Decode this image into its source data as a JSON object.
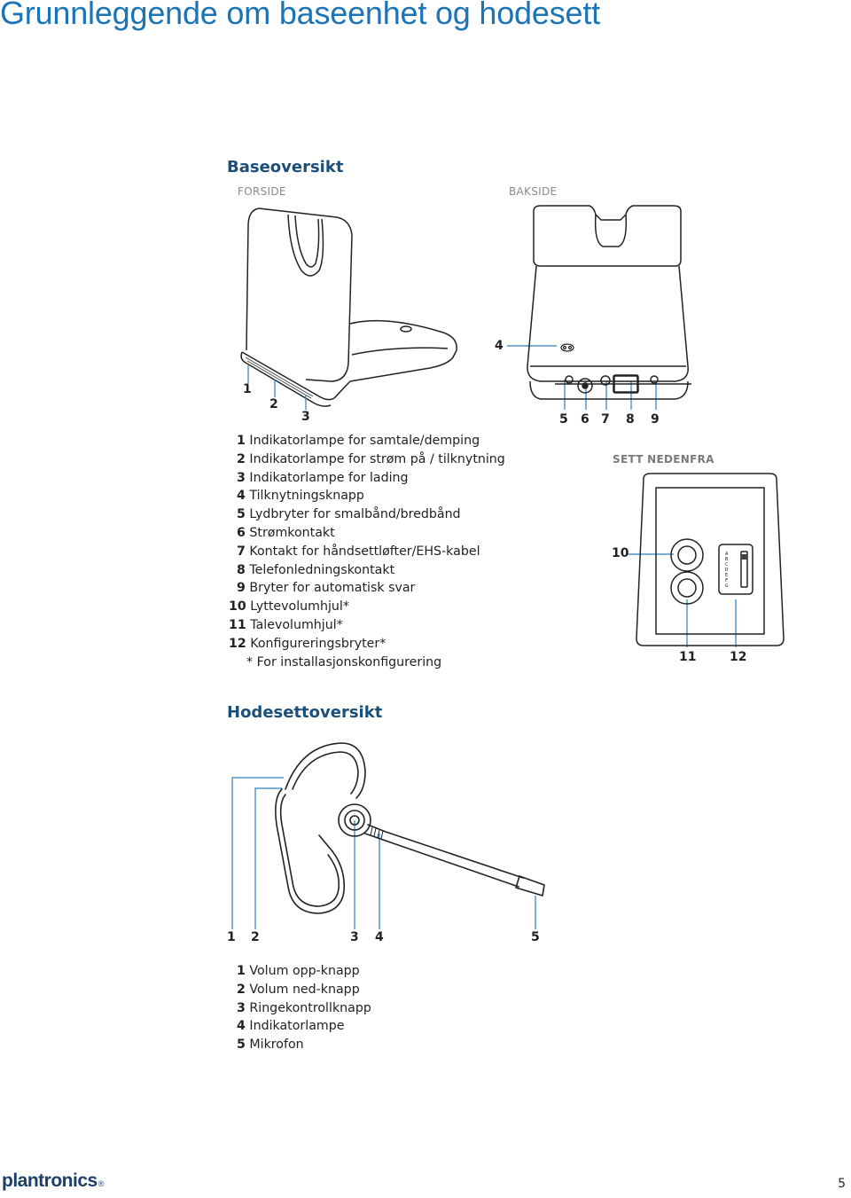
{
  "page_title": "Grunnleggende om baseenhet og hodesett",
  "base_section": {
    "title": "Baseoversikt",
    "front_label": "FORSIDE",
    "back_label": "BAKSIDE",
    "bottom_label": "SETT NEDENFRA",
    "front_callouts": [
      "1",
      "2",
      "3"
    ],
    "back_callouts": [
      "4",
      "5",
      "6",
      "7",
      "8",
      "9"
    ],
    "bottom_callouts": [
      "10",
      "11",
      "12"
    ],
    "config_switch_letters": "ABCDEFG",
    "legend": [
      {
        "num": "1",
        "text": "Indikatorlampe for samtale/demping"
      },
      {
        "num": "2",
        "text": "Indikatorlampe for strøm på / tilknytning"
      },
      {
        "num": "3",
        "text": "Indikatorlampe for lading"
      },
      {
        "num": "4",
        "text": "Tilknytningsknapp"
      },
      {
        "num": "5",
        "text": "Lydbryter for smalbånd/bredbånd"
      },
      {
        "num": "6",
        "text": "Strømkontakt"
      },
      {
        "num": "7",
        "text": "Kontakt for håndsettløfter/EHS-kabel"
      },
      {
        "num": "8",
        "text": "Telefonledningskontakt"
      },
      {
        "num": "9",
        "text": "Bryter for automatisk svar"
      },
      {
        "num": "10",
        "text": "Lyttevolumhjul*"
      },
      {
        "num": "11",
        "text": "Talevolumhjul*"
      },
      {
        "num": "12",
        "text": "Konfigureringsbryter*"
      }
    ],
    "legend_note": "* For installasjonskonfigurering"
  },
  "headset_section": {
    "title": "Hodesettoversikt",
    "callouts": [
      "1",
      "2",
      "3",
      "4",
      "5"
    ],
    "legend": [
      {
        "num": "1",
        "text": "Volum opp-knapp"
      },
      {
        "num": "2",
        "text": "Volum ned-knapp"
      },
      {
        "num": "3",
        "text": "Ringekontrollknapp"
      },
      {
        "num": "4",
        "text": "Indikatorlampe"
      },
      {
        "num": "5",
        "text": "Mikrofon"
      }
    ]
  },
  "footer": {
    "brand": "plantronics",
    "page_number": "5"
  },
  "colors": {
    "title_blue": "#1b74b5",
    "section_blue": "#1b4f7a",
    "callout_line": "#2a7fbf"
  }
}
